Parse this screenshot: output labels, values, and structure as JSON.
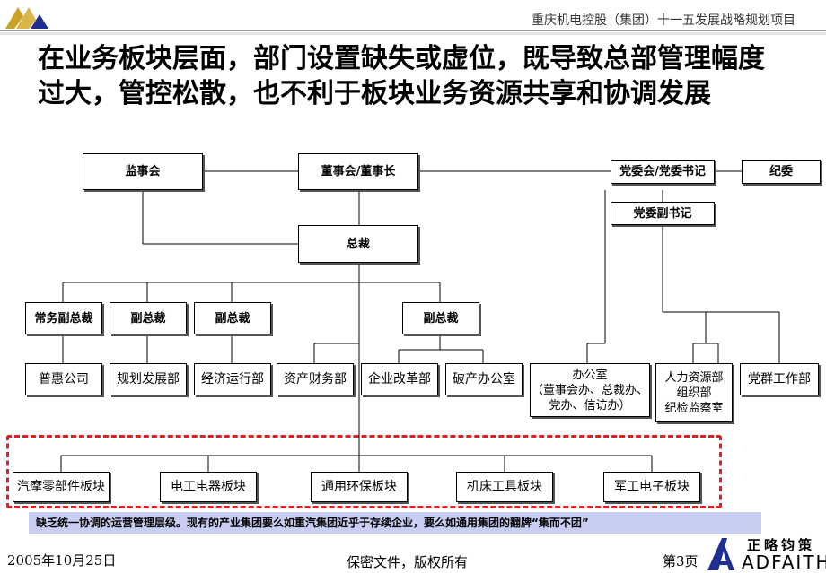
{
  "header": {
    "title": "重庆机电控股（集团）十一五发展战略规划项目"
  },
  "headline": "在业务板块层面，部门设置缺失或虚位，既导致总部管理幅度过大，管控松散，也不利于板块业务资源共享和协调发展",
  "org": {
    "supervisory": "监事会",
    "board": "董事会/董事长",
    "party_committee": "党委会/党委书记",
    "discipline": "纪委",
    "party_deputy": "党委副书记",
    "president": "总裁",
    "vp_exec": "常务副总裁",
    "vp1": "副总裁",
    "vp2": "副总裁",
    "vp3": "副总裁",
    "dept_puhui": "普惠公司",
    "dept_planning": "规划发展部",
    "dept_econ": "经济运行部",
    "dept_asset": "资产财务部",
    "dept_reform": "企业改革部",
    "dept_bankrupt": "破产办公室",
    "dept_office": "办公室\n（董事会办、总裁办、\n党办、信访办）",
    "dept_hr": "人力资源部\n组织部\n纪检监察室",
    "dept_party": "党群工作部",
    "seg_auto": "汽摩零部件板块",
    "seg_elec": "电工电器板块",
    "seg_env": "通用环保板块",
    "seg_tool": "机床工具板块",
    "seg_mil": "军工电子板块"
  },
  "note": "缺乏统一协调的运营管理层级。现有的产业集团要么如重汽集团近乎于存续企业，要么如通用集团的翻牌“集而不团”",
  "footer": {
    "date": "2005年10月25日",
    "confidential": "保密文件，版权所有",
    "page": "第3页"
  },
  "brand": {
    "cn": "正略钧策",
    "en": "ADFAITH"
  },
  "colors": {
    "dash": "#e02020",
    "note_bg": "#c8cdf2",
    "logo_gold": "#c9a227",
    "logo_blue": "#1f2f8f"
  }
}
